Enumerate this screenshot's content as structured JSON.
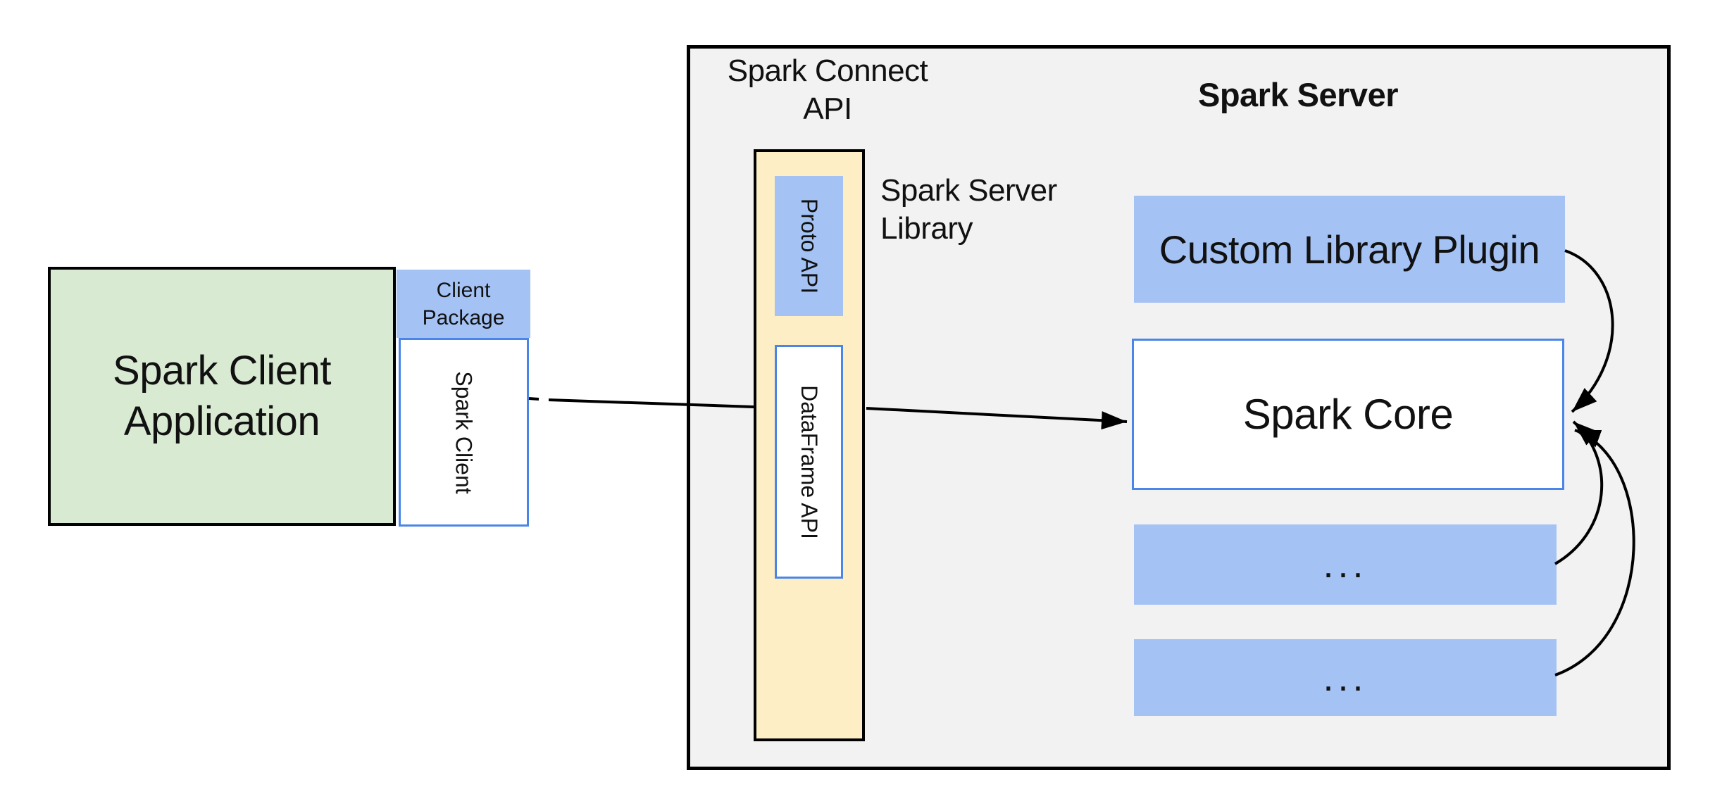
{
  "labels": {
    "spark_client_app_line1": "Spark Client",
    "spark_client_app_line2": "Application",
    "client_package_line1": "Client",
    "client_package_line2": "Package",
    "spark_client_box": "Spark Client",
    "spark_connect_api_line1": "Spark Connect",
    "spark_connect_api_line2": "API",
    "proto_api": "Proto API",
    "dataframe_api": "DataFrame API",
    "spark_server_library_line1": "Spark Server",
    "spark_server_library_line2": "Library",
    "spark_server_title": "Spark Server",
    "custom_library_plugin": "Custom Library Plugin",
    "spark_core": "Spark Core",
    "ellipsis_box_1": "...",
    "ellipsis_box_2": "..."
  },
  "colors": {
    "container_fill": "#f2f2f2",
    "green_fill": "#d9ead3",
    "blue_fill": "#a4c2f4",
    "blue_border": "#4a86e8",
    "yellow_fill": "#fdeec6",
    "line": "#000000",
    "text": "#111111"
  }
}
